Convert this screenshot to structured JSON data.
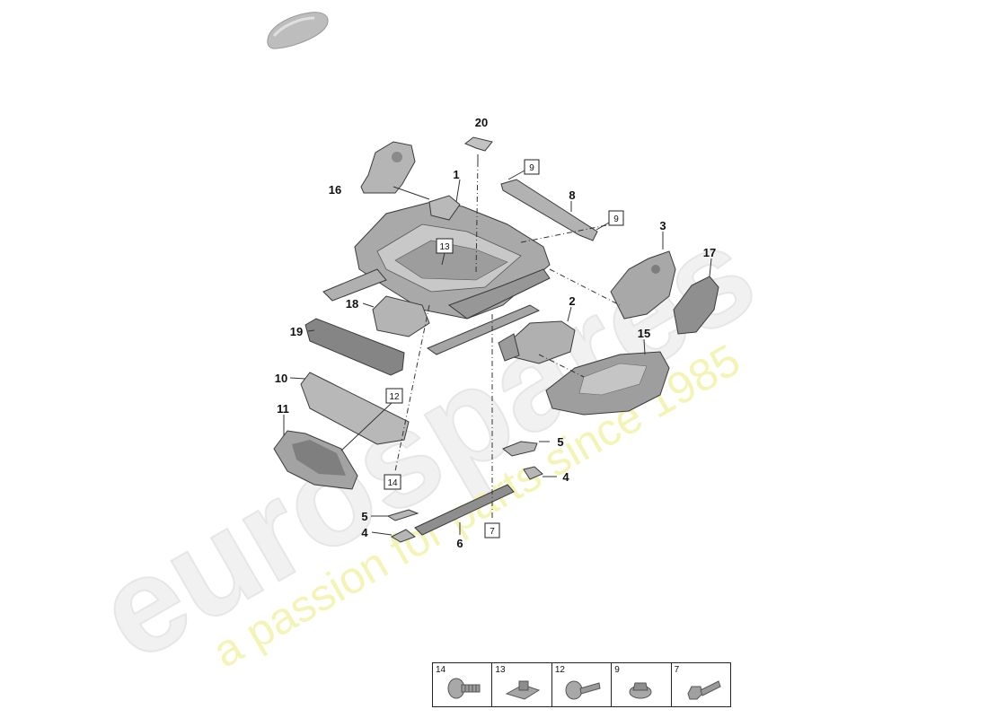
{
  "watermark": {
    "brand": "eurospares",
    "tagline": "a passion for parts since 1985"
  },
  "callouts": {
    "c1": "1",
    "c2": "2",
    "c3": "3",
    "c4a": "4",
    "c4b": "4",
    "c5a": "5",
    "c5b": "5",
    "c6": "6",
    "c8": "8",
    "c10": "10",
    "c11": "11",
    "c15": "15",
    "c16": "16",
    "c17": "17",
    "c18": "18",
    "c19": "19",
    "c20": "20"
  },
  "boxed_refs": {
    "b7": "7",
    "b9a": "9",
    "b9b": "9",
    "b12": "12",
    "b13": "13",
    "b14": "14"
  },
  "legend": {
    "cells": [
      {
        "num": "14",
        "icon": "pan-head-screw-icon"
      },
      {
        "num": "13",
        "icon": "clip-nut-icon"
      },
      {
        "num": "12",
        "icon": "flange-screw-icon"
      },
      {
        "num": "9",
        "icon": "flange-nut-icon"
      },
      {
        "num": "7",
        "icon": "hex-bolt-icon"
      }
    ]
  },
  "colors": {
    "part_fill": "#b8b8b8",
    "part_dark": "#8a8a8a",
    "line": "#333333",
    "watermark_gray": "#eeeeee",
    "watermark_yellow": "#f4f4b6"
  }
}
